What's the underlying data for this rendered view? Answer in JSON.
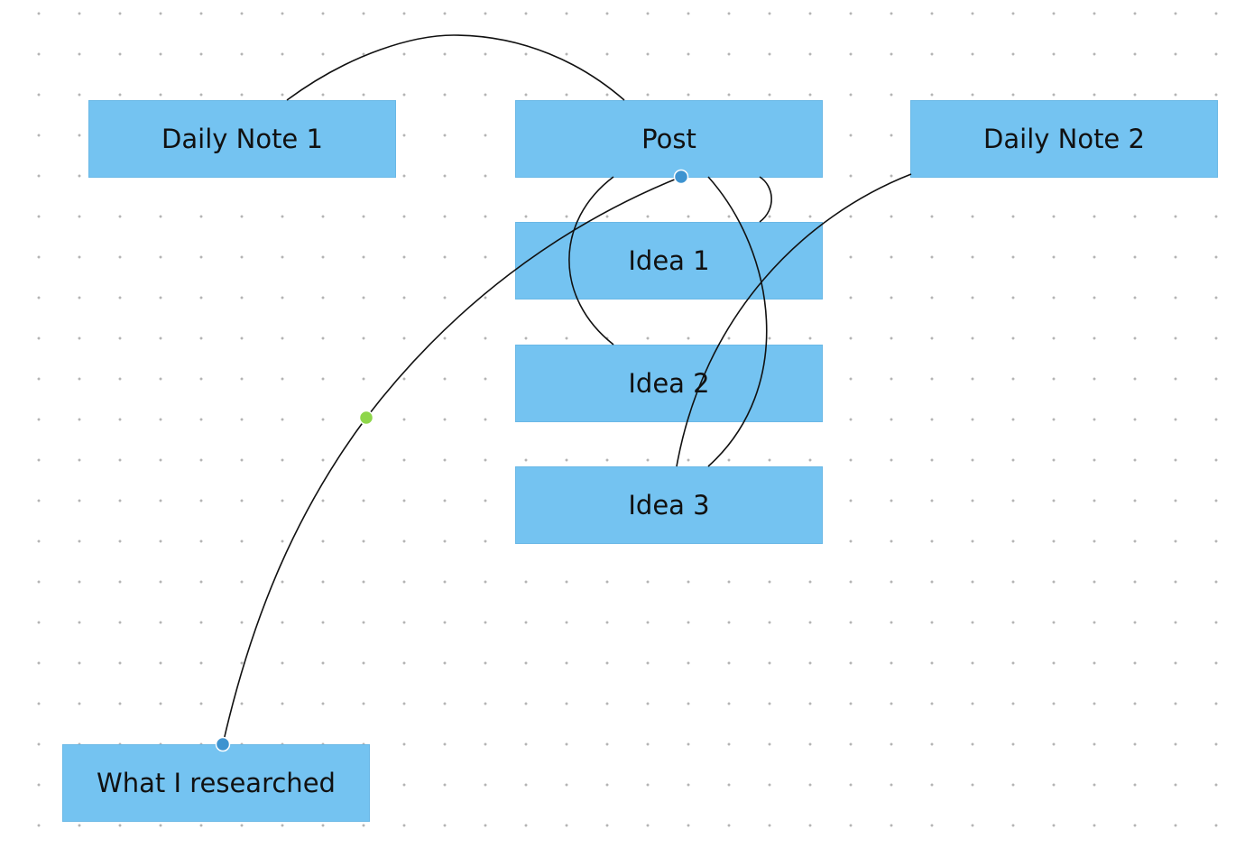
{
  "canvas": {
    "background": "#ffffff",
    "dot_color": "#b4b4b4"
  },
  "colors": {
    "node_fill": "#74c3f1",
    "edge": "#111111",
    "handle_blue": "#3d93d0",
    "handle_green": "#8ed64a"
  },
  "nodes": {
    "daily_note_1": {
      "label": "Daily Note 1"
    },
    "post": {
      "label": "Post"
    },
    "daily_note_2": {
      "label": "Daily Note 2"
    },
    "idea_1": {
      "label": "Idea 1"
    },
    "idea_2": {
      "label": "Idea 2"
    },
    "idea_3": {
      "label": "Idea 3"
    },
    "what_i_researched": {
      "label": "What I researched"
    }
  },
  "edges": [
    {
      "from": "daily_note_1",
      "to": "post"
    },
    {
      "from": "post",
      "to": "idea_2"
    },
    {
      "from": "post",
      "to": "idea_1"
    },
    {
      "from": "post",
      "to": "idea_3"
    },
    {
      "from": "daily_note_2",
      "to": "idea_3"
    },
    {
      "from": "post",
      "to": "what_i_researched",
      "selected": true
    }
  ]
}
